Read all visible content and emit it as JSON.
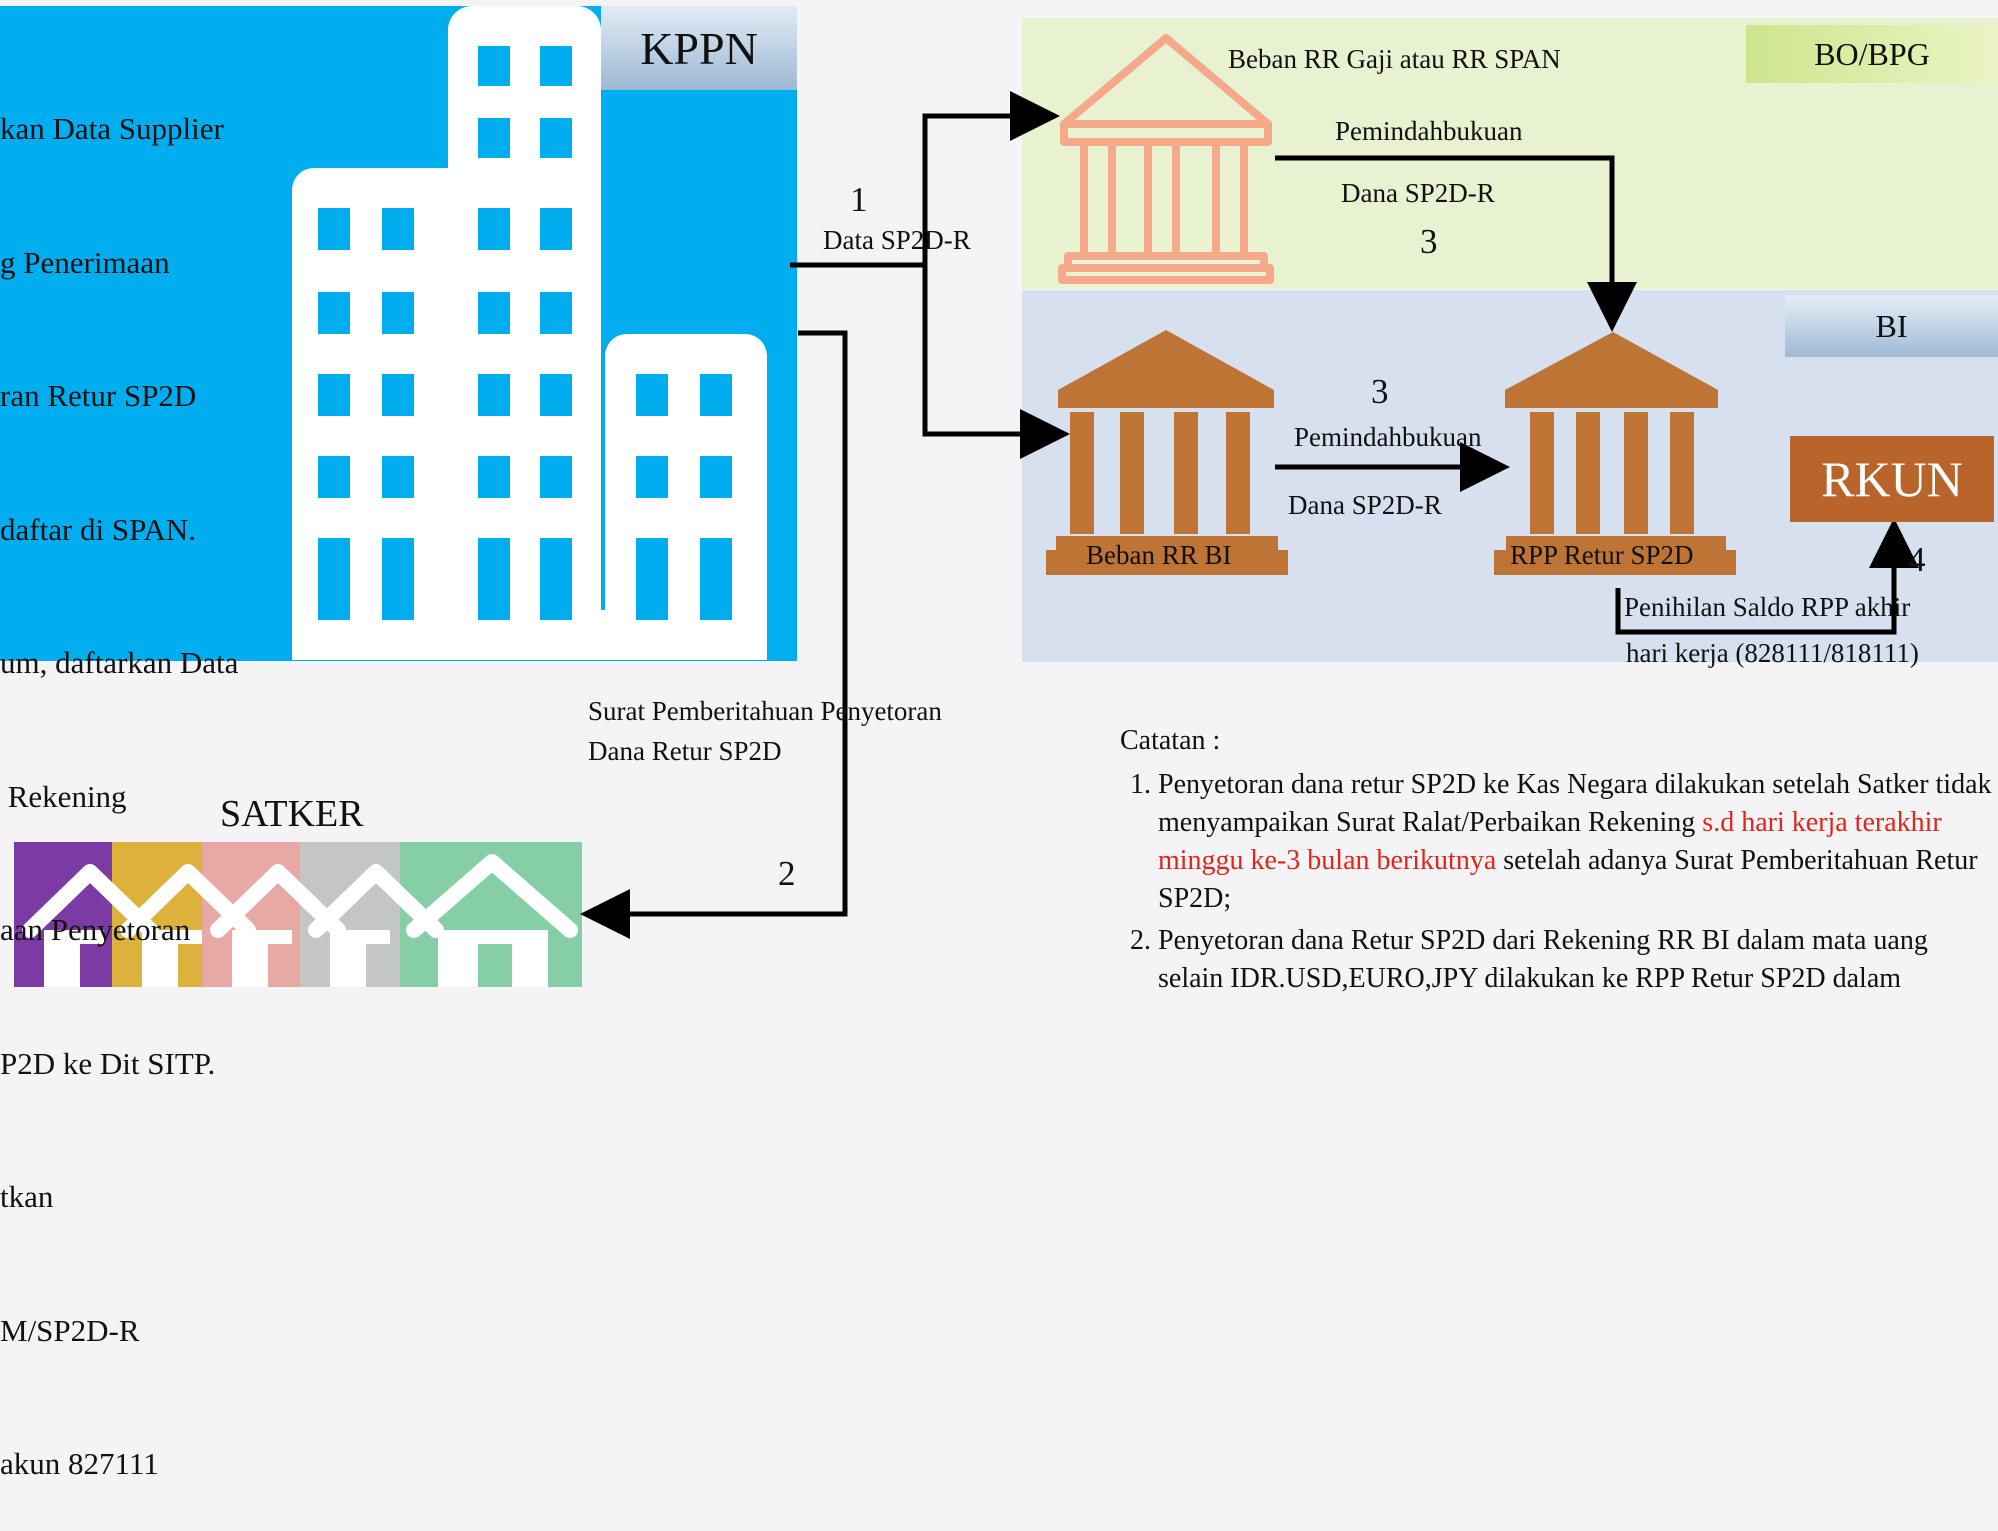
{
  "kppn": {
    "title": "KPPN",
    "lines": [
      "kan Data Supplier",
      "g Penerimaan",
      "ran Retur SP2D",
      "daftar di SPAN.",
      "um, daftarkan Data",
      " Rekening",
      "aan Penyetoran",
      "P2D ke Dit SITP.",
      "tkan",
      "M/SP2D-R",
      "akun 827111"
    ]
  },
  "bo_bpg": {
    "title": "BO/BPG",
    "bank_label": "Beban RR Gaji atau RR SPAN",
    "transfer_line1": "Pemindahbukuan",
    "transfer_line2": "Dana SP2D-R",
    "step": "3"
  },
  "bi": {
    "title": "BI",
    "bank_left_label": "Beban RR BI",
    "bank_right_label": "RPP Retur SP2D",
    "step": "3",
    "transfer_line1": "Pemindahbukuan",
    "transfer_line2": "Dana SP2D-R"
  },
  "rkun": {
    "label": "RKUN",
    "step": "4",
    "note_line1": "Penihilan Saldo RPP akhir",
    "note_line2": "hari kerja  (828111/818111)"
  },
  "flow1": {
    "step": "1",
    "label": "Data SP2D-R"
  },
  "flow2": {
    "step": "2",
    "label_line1": "Surat Pemberitahuan Penyetoran",
    "label_line2": "Dana Retur SP2D"
  },
  "satker": {
    "title": "SATKER"
  },
  "notes": {
    "heading": "Catatan :",
    "item1_pre": "Penyetoran dana retur SP2D ke Kas Negara dilakukan setelah Satker tidak menyampaikan Surat Ralat/Perbaikan Rekening ",
    "item1_red": "s.d hari kerja terakhir minggu ke-3 bulan berikutnya",
    "item1_post": " setelah adanya Surat Pemberitahuan Retur SP2D;",
    "item2": "Penyetoran dana Retur SP2D dari Rekening RR BI dalam mata uang selain IDR.USD,EURO,JPY dilakukan ke RPP Retur SP2D dalam"
  },
  "colors": {
    "kppn_blue": "#00aeef",
    "bo_green": "#e8f1d0",
    "bi_blue": "#d6e0ee",
    "bank_brown": "#bd7434",
    "bank_outline_orange": "#f6a98a",
    "rkun_brown": "#b8642a",
    "note_red": "#e0261b",
    "house_colors": [
      "#7b3aa4",
      "#dcb23c",
      "#e8a9a4",
      "#c5c5c5",
      "#86cfa6"
    ]
  }
}
